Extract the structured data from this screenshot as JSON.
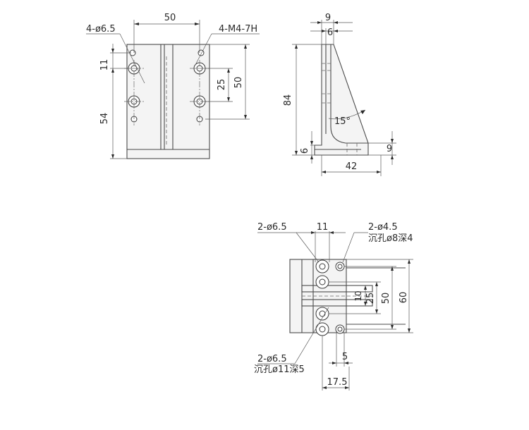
{
  "views": {
    "front": {
      "dim_width": "50",
      "dim_hole_spacing": "25",
      "dim_height": "50",
      "dim_top_offset": "11",
      "dim_bottom": "54",
      "callout_holes": "4-ø6.5",
      "callout_threads": "4-M4-7H"
    },
    "side": {
      "dim_top_9": "9",
      "dim_top_6": "6",
      "dim_height": "84",
      "dim_angle": "15°",
      "dim_base_6": "6",
      "dim_base_9": "9",
      "dim_length": "42"
    },
    "bottom": {
      "dim_top_11": "11",
      "callout_tl": "2-ø6.5",
      "callout_tr_1": "2-ø4.5",
      "callout_tr_2": "沉孔ø8深4",
      "dim_10": "10",
      "dim_25": "25",
      "dim_50": "50",
      "dim_60": "60",
      "callout_bl_1": "2-ø6.5",
      "callout_bl_2": "沉孔ø11深5",
      "dim_5": "5",
      "dim_17_5": "17.5"
    }
  }
}
